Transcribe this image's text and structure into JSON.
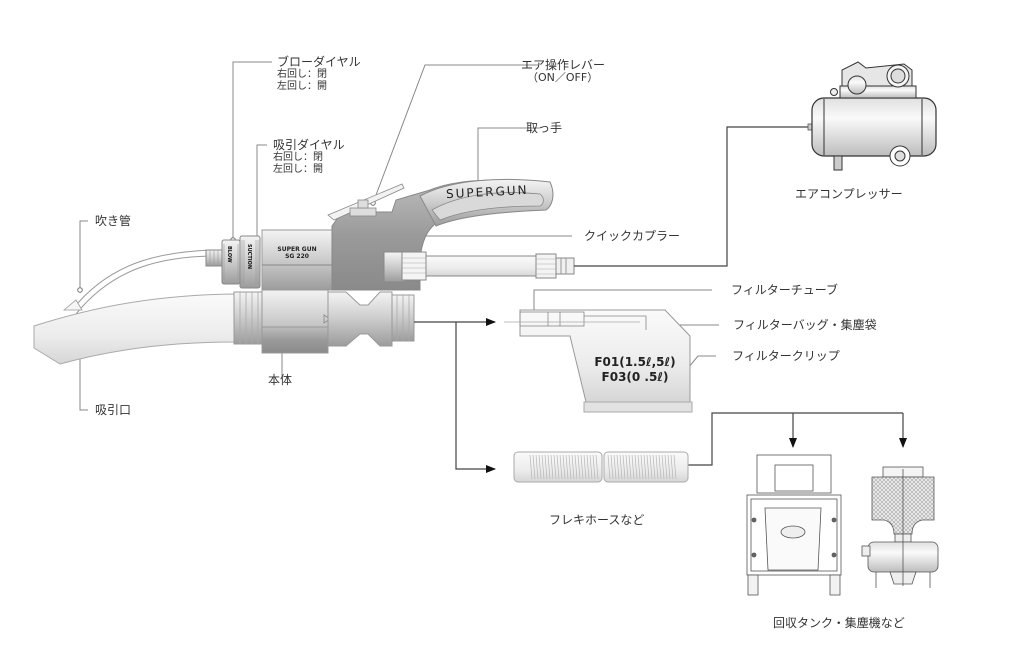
{
  "labels": {
    "blow_dial": {
      "title": "ブローダイヤル",
      "right": "右回し：閉",
      "left": "左回し：開"
    },
    "suction_dial": {
      "title": "吸引ダイヤル",
      "right": "右回し：閉",
      "left": "左回し：開"
    },
    "air_lever": {
      "title": "エア操作レバー",
      "sub": "（ON／OFF）"
    },
    "handle": "取っ手",
    "blow_pipe": "吹き管",
    "suction_port": "吸引口",
    "body": "本体",
    "quick_coupler": "クイックカプラー",
    "air_compressor": "エアコンプレッサー",
    "filter_tube": "フィルターチューブ",
    "filter_bag": "フィルターバッグ・集塵袋",
    "filter_clip": "フィルタークリップ",
    "flex_hose": "フレキホースなど",
    "collection_tank": "回収タンク・集塵機など"
  },
  "device": {
    "brand": "SUPERGUN",
    "model_line1": "SUPER GUN",
    "model_line2": "SG 220",
    "ring_blow": "BLOW",
    "ring_suction": "SUCTION"
  },
  "filter_models": {
    "line1": "F01(1.5ℓ,5ℓ)",
    "line2": "F03(0 .5ℓ)"
  },
  "colors": {
    "line": "#555555",
    "light_line": "#999999",
    "metal_dark": "#9a9a9a",
    "metal_light": "#eeeeee"
  }
}
